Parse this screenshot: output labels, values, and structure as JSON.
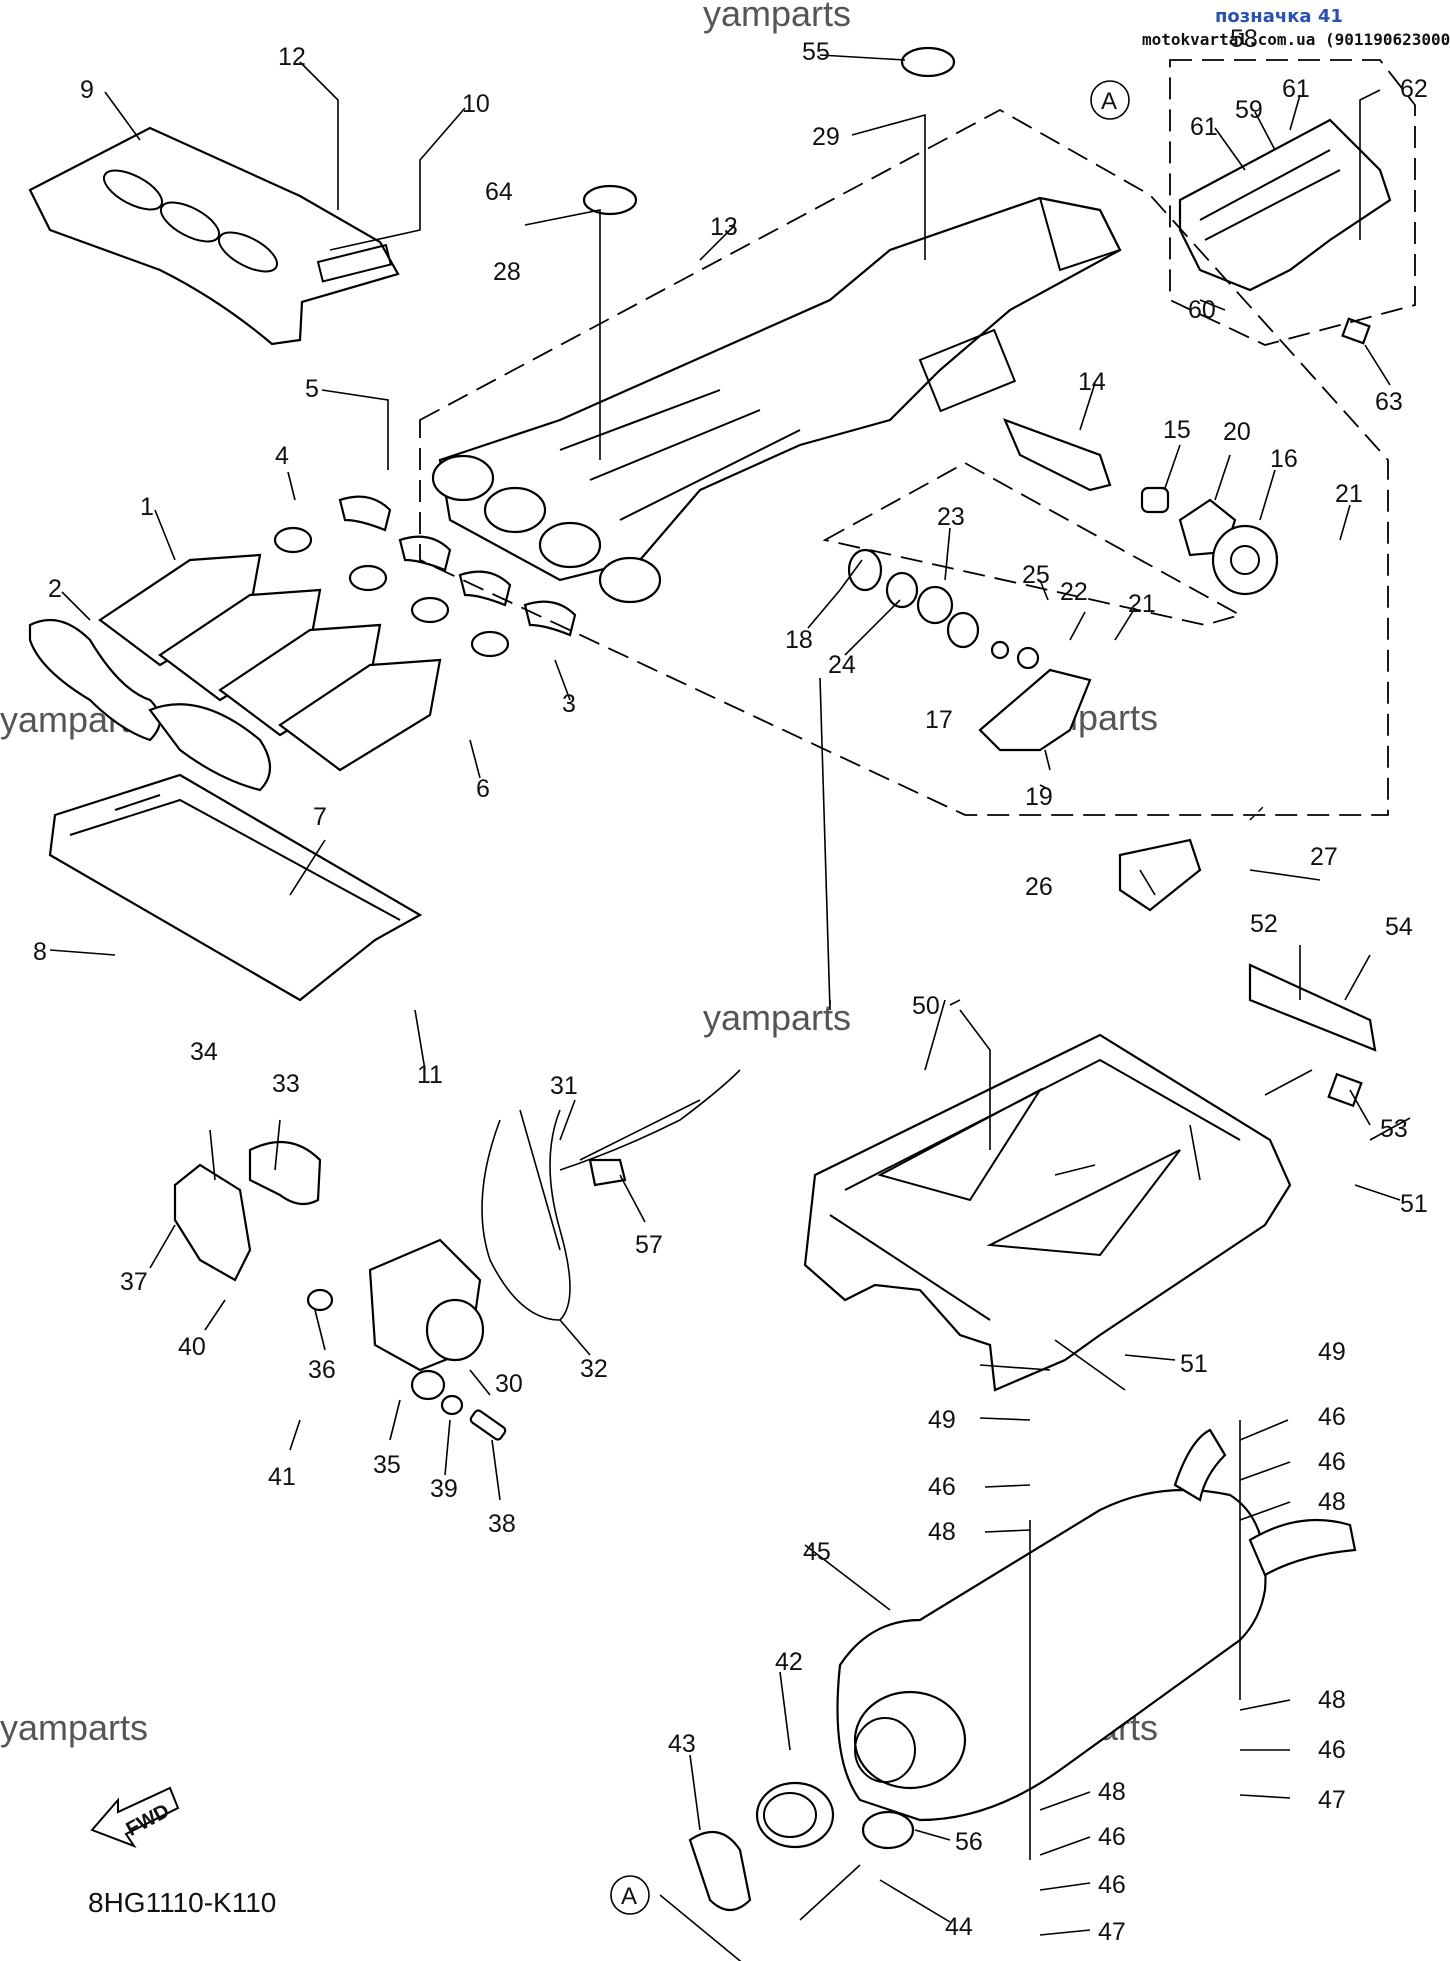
{
  "header": {
    "ref_label": "позначка 41",
    "site_info": "motokvartal.com.ua (901190623000)"
  },
  "watermark": "yamparts",
  "diagram_code": "8HG1110-K110",
  "fwd_label": "FWD",
  "circle_label": "A",
  "callouts": [
    "1",
    "2",
    "3",
    "4",
    "5",
    "6",
    "7",
    "8",
    "9",
    "10",
    "11",
    "12",
    "13",
    "14",
    "15",
    "16",
    "17",
    "18",
    "19",
    "20",
    "21",
    "22",
    "23",
    "24",
    "25",
    "26",
    "27",
    "28",
    "29",
    "30",
    "31",
    "32",
    "33",
    "34",
    "35",
    "36",
    "37",
    "38",
    "39",
    "40",
    "41",
    "42",
    "43",
    "44",
    "45",
    "46",
    "47",
    "48",
    "49",
    "50",
    "51",
    "52",
    "53",
    "54",
    "55",
    "56",
    "57",
    "58",
    "59",
    "60",
    "61",
    "62",
    "63",
    "64"
  ]
}
